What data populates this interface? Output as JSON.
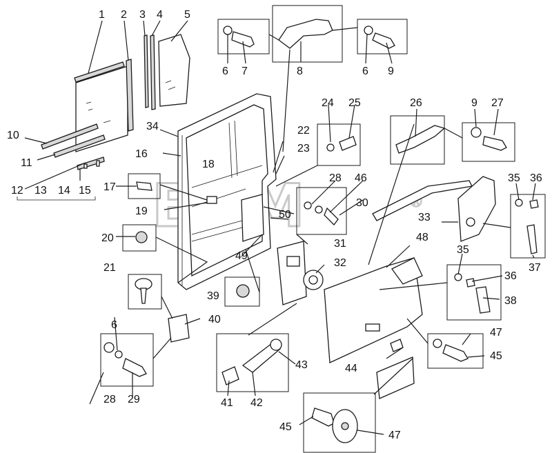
{
  "watermark": {
    "text": "BTM",
    "mark": "®"
  },
  "labels": [
    {
      "id": "l1",
      "text": "1"
    },
    {
      "id": "l2",
      "text": "2"
    },
    {
      "id": "l3",
      "text": "3"
    },
    {
      "id": "l4",
      "text": "4"
    },
    {
      "id": "l5",
      "text": "5"
    },
    {
      "id": "l6a",
      "text": "6"
    },
    {
      "id": "l7",
      "text": "7"
    },
    {
      "id": "l8",
      "text": "8"
    },
    {
      "id": "l6b",
      "text": "6"
    },
    {
      "id": "l9a",
      "text": "9"
    },
    {
      "id": "l10",
      "text": "10"
    },
    {
      "id": "l11",
      "text": "11"
    },
    {
      "id": "l12",
      "text": "12"
    },
    {
      "id": "l13",
      "text": "13"
    },
    {
      "id": "l14",
      "text": "14"
    },
    {
      "id": "l15",
      "text": "15"
    },
    {
      "id": "l16",
      "text": "16"
    },
    {
      "id": "l17",
      "text": "17"
    },
    {
      "id": "l18",
      "text": "18"
    },
    {
      "id": "l19",
      "text": "19"
    },
    {
      "id": "l20",
      "text": "20"
    },
    {
      "id": "l21",
      "text": "21"
    },
    {
      "id": "l6c",
      "text": "6"
    },
    {
      "id": "l28a",
      "text": "28"
    },
    {
      "id": "l29",
      "text": "29"
    },
    {
      "id": "l34",
      "text": "34"
    },
    {
      "id": "l22",
      "text": "22"
    },
    {
      "id": "l23",
      "text": "23"
    },
    {
      "id": "l24",
      "text": "24"
    },
    {
      "id": "l25",
      "text": "25"
    },
    {
      "id": "l26",
      "text": "26"
    },
    {
      "id": "l9b",
      "text": "9"
    },
    {
      "id": "l27",
      "text": "27"
    },
    {
      "id": "l28b",
      "text": "28"
    },
    {
      "id": "l46",
      "text": "46"
    },
    {
      "id": "l30",
      "text": "30"
    },
    {
      "id": "l50",
      "text": "50"
    },
    {
      "id": "l31",
      "text": "31"
    },
    {
      "id": "l49",
      "text": "49"
    },
    {
      "id": "l32",
      "text": "32"
    },
    {
      "id": "l39",
      "text": "39"
    },
    {
      "id": "l40",
      "text": "40"
    },
    {
      "id": "l35a",
      "text": "35"
    },
    {
      "id": "l36a",
      "text": "36"
    },
    {
      "id": "l33",
      "text": "33"
    },
    {
      "id": "l37",
      "text": "37"
    },
    {
      "id": "l48",
      "text": "48"
    },
    {
      "id": "l35b",
      "text": "35"
    },
    {
      "id": "l36b",
      "text": "36"
    },
    {
      "id": "l38",
      "text": "38"
    },
    {
      "id": "l47a",
      "text": "47"
    },
    {
      "id": "l45a",
      "text": "45"
    },
    {
      "id": "l44",
      "text": "44"
    },
    {
      "id": "l43",
      "text": "43"
    },
    {
      "id": "l41",
      "text": "41"
    },
    {
      "id": "l42",
      "text": "42"
    },
    {
      "id": "l45b",
      "text": "45"
    },
    {
      "id": "l47b",
      "text": "47"
    }
  ]
}
